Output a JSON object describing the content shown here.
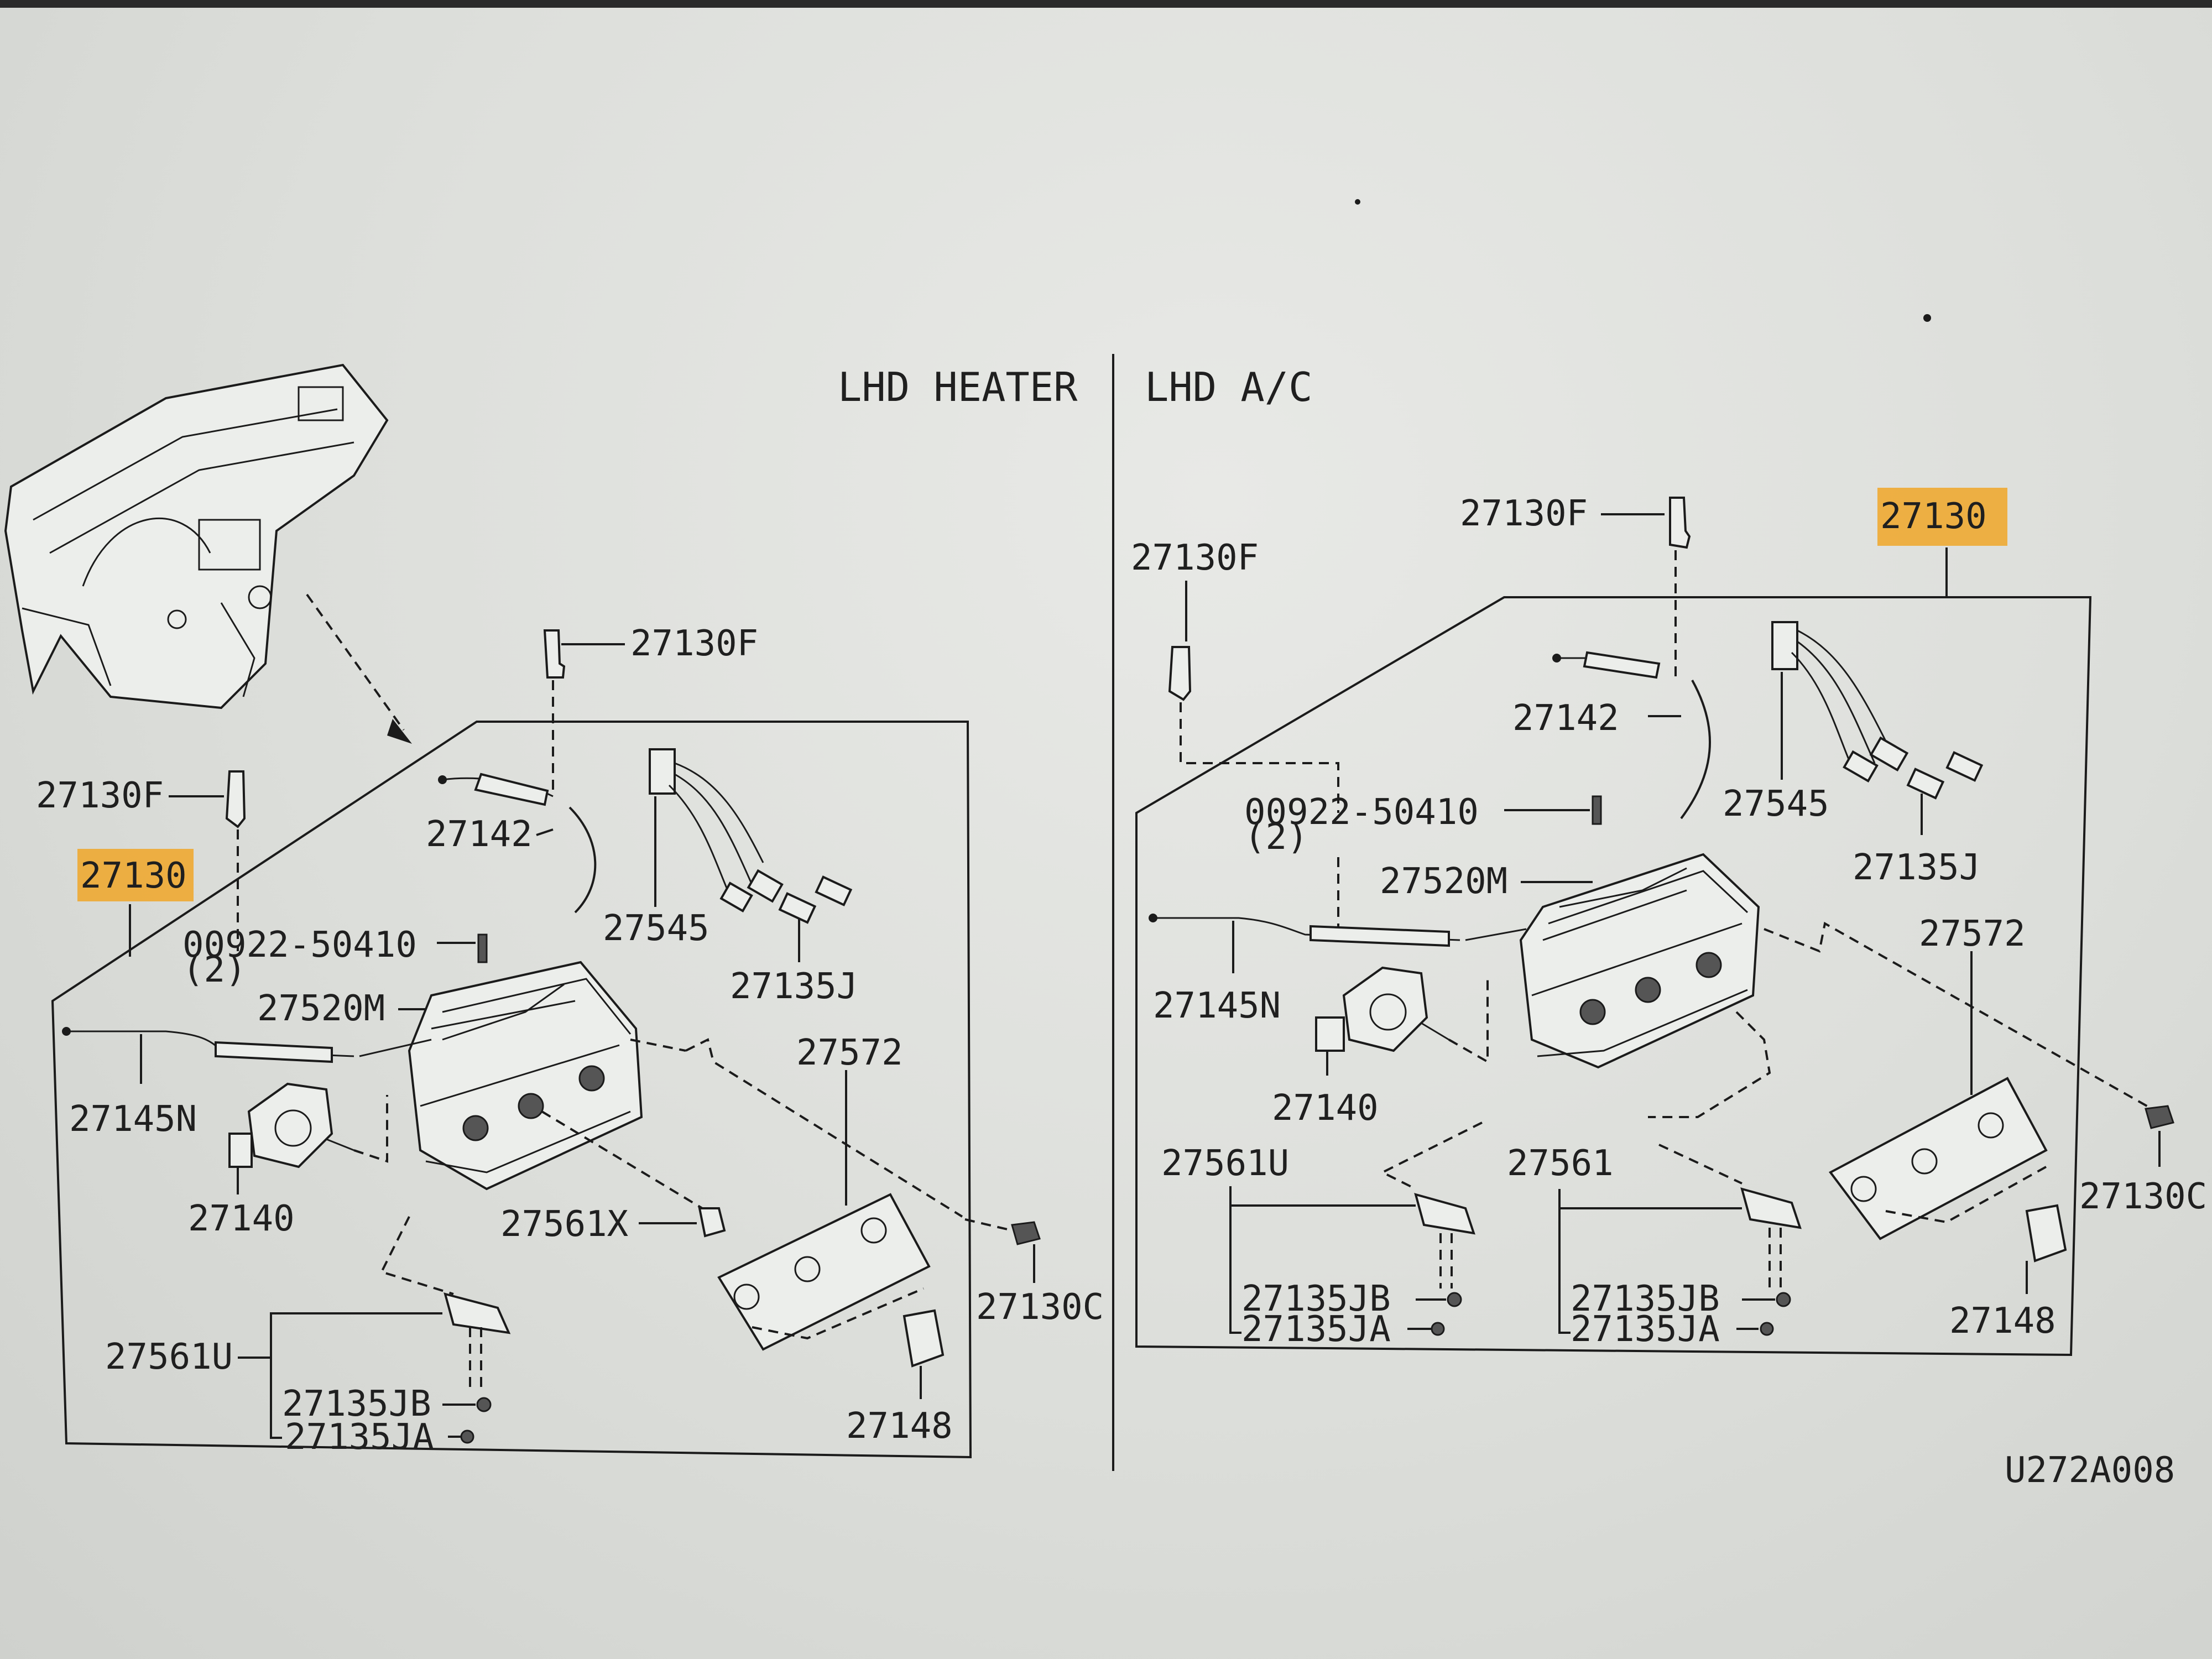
{
  "sections": {
    "heater_title": "LHD HEATER",
    "ac_title": "LHD A/C"
  },
  "heater": {
    "p27130": "27130",
    "p27130F_a": "27130F",
    "p27130F_b": "27130F",
    "p27142": "27142",
    "p27545": "27545",
    "p27135J": "27135J",
    "p00922": "00922-50410",
    "p00922_qty": "(2)",
    "p27520M": "27520M",
    "p27145N": "27145N",
    "p27140": "27140",
    "p27561X": "27561X",
    "p27572": "27572",
    "p27130C": "27130C",
    "p27561U": "27561U",
    "p27135JB": "27135JB",
    "p27135JA": "27135JA",
    "p27148": "27148"
  },
  "ac": {
    "p27130": "27130",
    "p27130F_a": "27130F",
    "p27130F_b": "27130F",
    "p27142": "27142",
    "p27545": "27545",
    "p27135J": "27135J",
    "p00922": "00922-50410",
    "p00922_qty": "(2)",
    "p27520M": "27520M",
    "p27145N": "27145N",
    "p27140": "27140",
    "p27572": "27572",
    "p27130C": "27130C",
    "p27561U": "27561U",
    "p27561": "27561",
    "p27135JB_a": "27135JB",
    "p27135JA_a": "27135JA",
    "p27135JB_b": "27135JB",
    "p27135JA_b": "27135JA",
    "p27148": "27148"
  },
  "footer": {
    "code": "U272A008"
  },
  "colors": {
    "highlight": "#f0a628",
    "line": "#1b1b1b",
    "paper": "#dcdeda"
  }
}
